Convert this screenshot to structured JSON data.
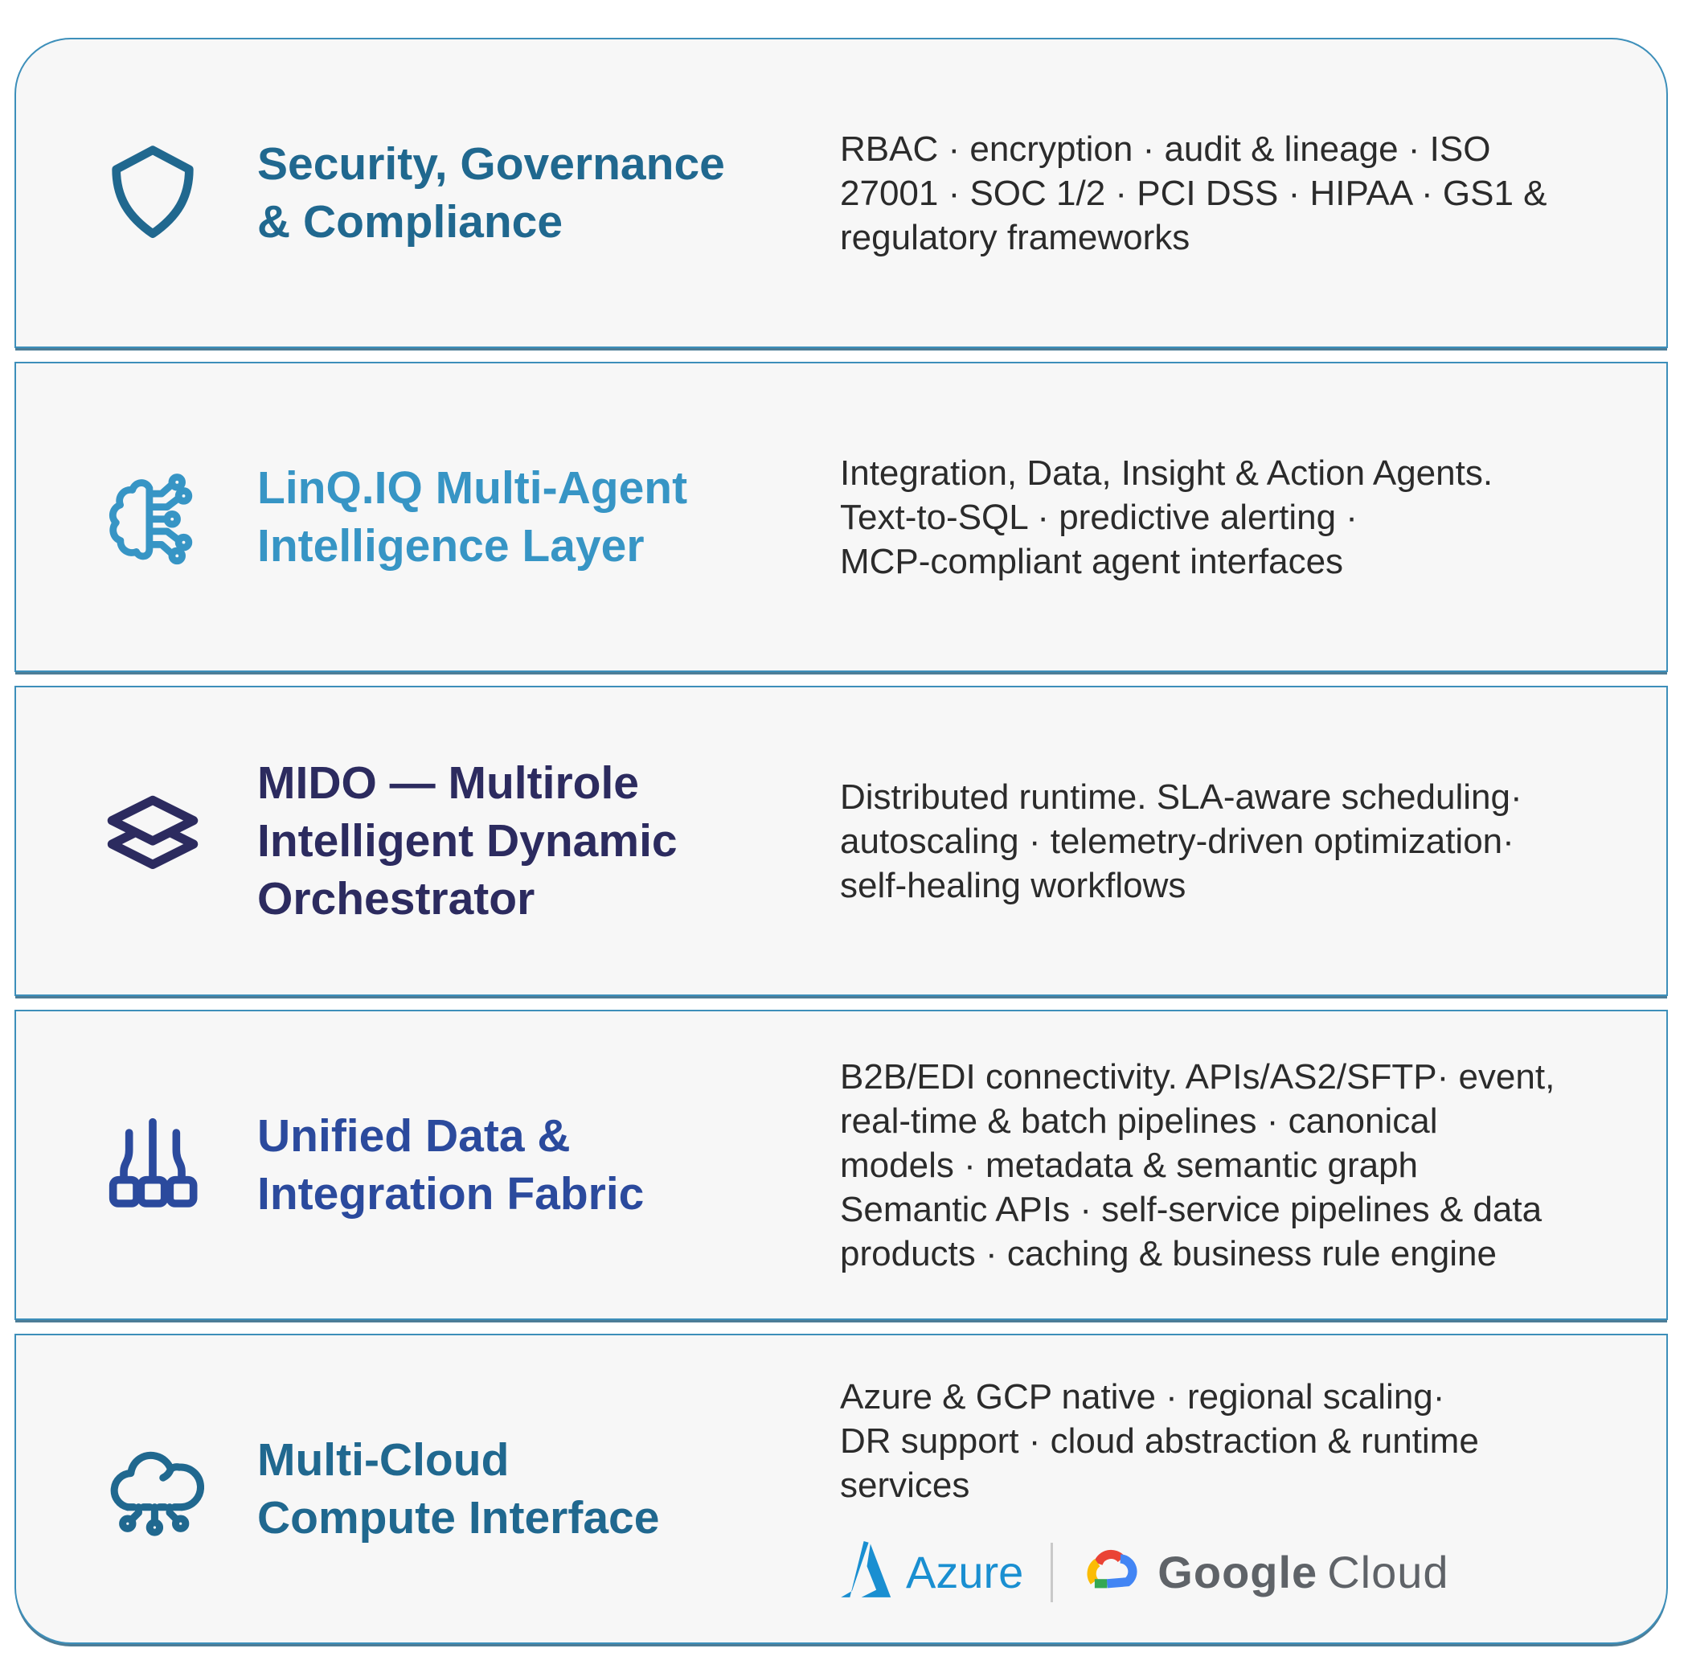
{
  "style": {
    "page_background": "#ffffff",
    "card_background": "#f7f7f7",
    "card_border": "#3d8fba",
    "body_text": "#2b2b2b"
  },
  "cards": [
    {
      "name": "security-governance-compliance",
      "icon": "shield-icon",
      "icon_color": "#20688f",
      "title_color": "#20688f",
      "title_lines": [
        "Security, Governance",
        "& Compliance"
      ],
      "description_lines": [
        "RBAC · encryption · audit & lineage · ISO",
        "27001 · SOC 1/2 · PCI DSS · HIPAA · GS1 &",
        "regulatory frameworks"
      ]
    },
    {
      "name": "linq-iq-multi-agent-intelligence-layer",
      "icon": "brain-circuit-icon",
      "icon_color": "#3795c5",
      "title_color": "#3795c5",
      "title_lines": [
        "LinQ.IQ Multi-Agent",
        "Intelligence Layer"
      ],
      "description_lines": [
        "Integration, Data, Insight & Action Agents.",
        "Text-to-SQL · predictive alerting ·",
        "MCP-compliant agent interfaces"
      ]
    },
    {
      "name": "mido-multirole-intelligent-dynamic-orchestrator",
      "icon": "layers-icon",
      "icon_color": "#2c2b5f",
      "title_color": "#2c2b5f",
      "title_lines": [
        "MIDO — Multirole",
        "Intelligent Dynamic",
        "Orchestrator"
      ],
      "description_lines": [
        "Distributed runtime. SLA-aware scheduling·",
        "autoscaling · telemetry-driven optimization·",
        "self-healing workflows"
      ]
    },
    {
      "name": "unified-data-integration-fabric",
      "icon": "integration-icon",
      "icon_color": "#2b4a9d",
      "title_color": "#2b4a9d",
      "title_lines": [
        "Unified Data &",
        "Integration Fabric"
      ],
      "description_lines": [
        "B2B/EDI connectivity. APIs/AS2/SFTP· event,",
        "real-time & batch pipelines · canonical",
        "models · metadata & semantic graph",
        "Semantic APIs · self-service pipelines & data",
        "products · caching & business rule engine"
      ]
    },
    {
      "name": "multi-cloud-compute-interface",
      "icon": "cloud-circuit-icon",
      "icon_color": "#20688f",
      "title_color": "#20688f",
      "title_lines": [
        "Multi-Cloud",
        "Compute Interface"
      ],
      "description_lines": [
        "Azure & GCP native · regional scaling·",
        "DR support · cloud abstraction & runtime",
        "services"
      ]
    }
  ],
  "logos": {
    "azure_label": "Azure",
    "azure_color": "#1a8fd1",
    "google_label": "Google",
    "cloud_label": "Cloud",
    "google_text_color": "#5f6368",
    "google_red": "#ea4335",
    "google_yellow": "#fbbc05",
    "google_green": "#34a853",
    "google_blue": "#4285f4"
  }
}
